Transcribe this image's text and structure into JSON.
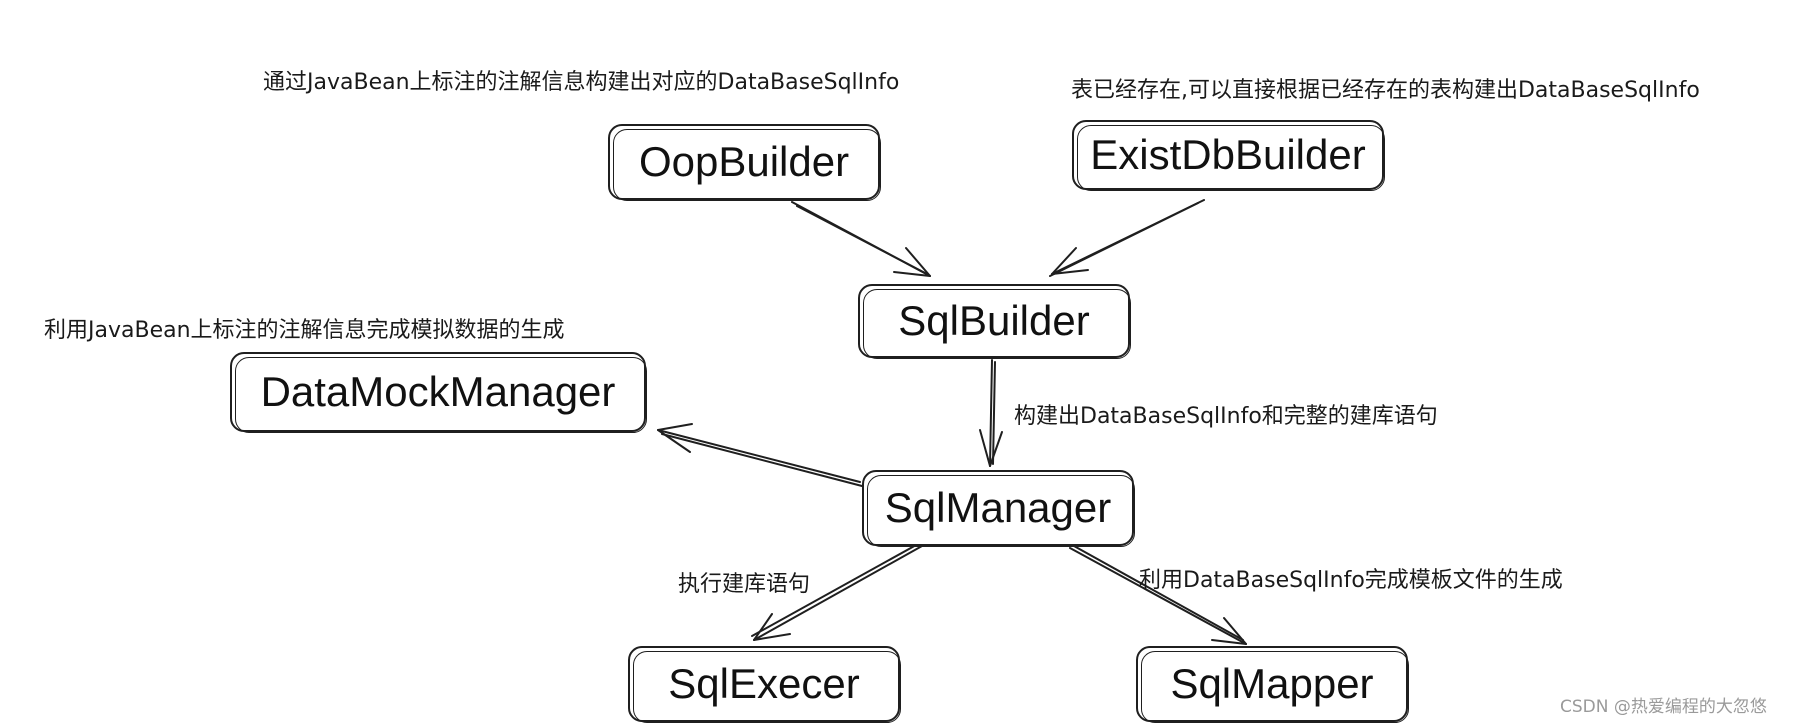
{
  "nodes": {
    "oop_builder": "OopBuilder",
    "exist_db_builder": "ExistDbBuilder",
    "sql_builder": "SqlBuilder",
    "data_mock_manager": "DataMockManager",
    "sql_manager": "SqlManager",
    "sql_execer": "SqlExecer",
    "sql_mapper": "SqlMapper"
  },
  "annotations": {
    "oop_builder_note": "通过JavaBean上标注的注解信息构建出对应的DataBaseSqlInfo",
    "exist_db_builder_note": "表已经存在,可以直接根据已经存在的表构建出DataBaseSqlInfo",
    "data_mock_note": "利用JavaBean上标注的注解信息完成模拟数据的生成",
    "sql_builder_output": "构建出DataBaseSqlInfo和完整的建库语句",
    "sql_execer_note": "执行建库语句",
    "sql_mapper_note": "利用DataBaseSqlInfo完成模板文件的生成"
  },
  "watermark": "CSDN @热爱编程的大忽悠",
  "edges": [
    {
      "from": "oop_builder",
      "to": "sql_builder"
    },
    {
      "from": "exist_db_builder",
      "to": "sql_builder"
    },
    {
      "from": "sql_builder",
      "to": "sql_manager"
    },
    {
      "from": "sql_manager",
      "to": "data_mock_manager"
    },
    {
      "from": "sql_manager",
      "to": "sql_execer"
    },
    {
      "from": "sql_manager",
      "to": "sql_mapper"
    }
  ],
  "colors": {
    "stroke": "#1f1f1f",
    "text": "#111111",
    "watermark": "#9a9a9a",
    "background": "#ffffff"
  }
}
